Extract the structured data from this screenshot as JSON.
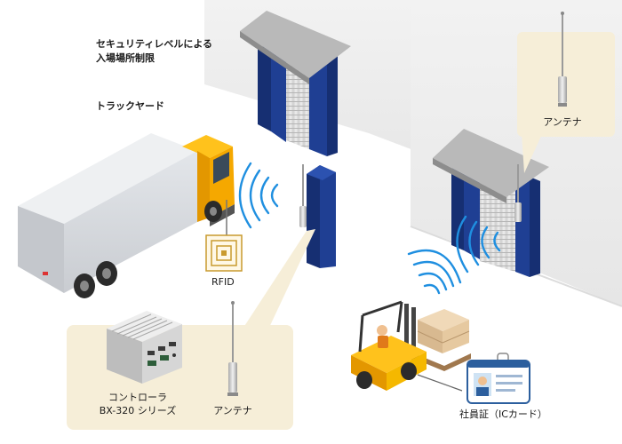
{
  "labels": {
    "security_line1": "セキュリティレベルによる",
    "security_line2": "入場場所制限",
    "truck_yard": "トラックヤード",
    "rfid": "RFID",
    "controller_line1": "コントローラ",
    "controller_line2": "BX-320 シリーズ",
    "antenna_bottom": "アンテナ",
    "antenna_top_right": "アンテナ",
    "employee_id": "社員証（ICカード）"
  },
  "colors": {
    "callout_bg": "#f6eed8",
    "wall": "#ececec",
    "door_frame": "#1f3f93",
    "door_frame_dark": "#162f72",
    "awning": "#a8a8a8",
    "shutter": "#d9d9d9",
    "truck_cab": "#f5a800",
    "trailer": "#d5d8dc",
    "forklift": "#f5b800",
    "rfid_gold": "#c99a2e",
    "wave_blue": "#1f8fe0"
  }
}
